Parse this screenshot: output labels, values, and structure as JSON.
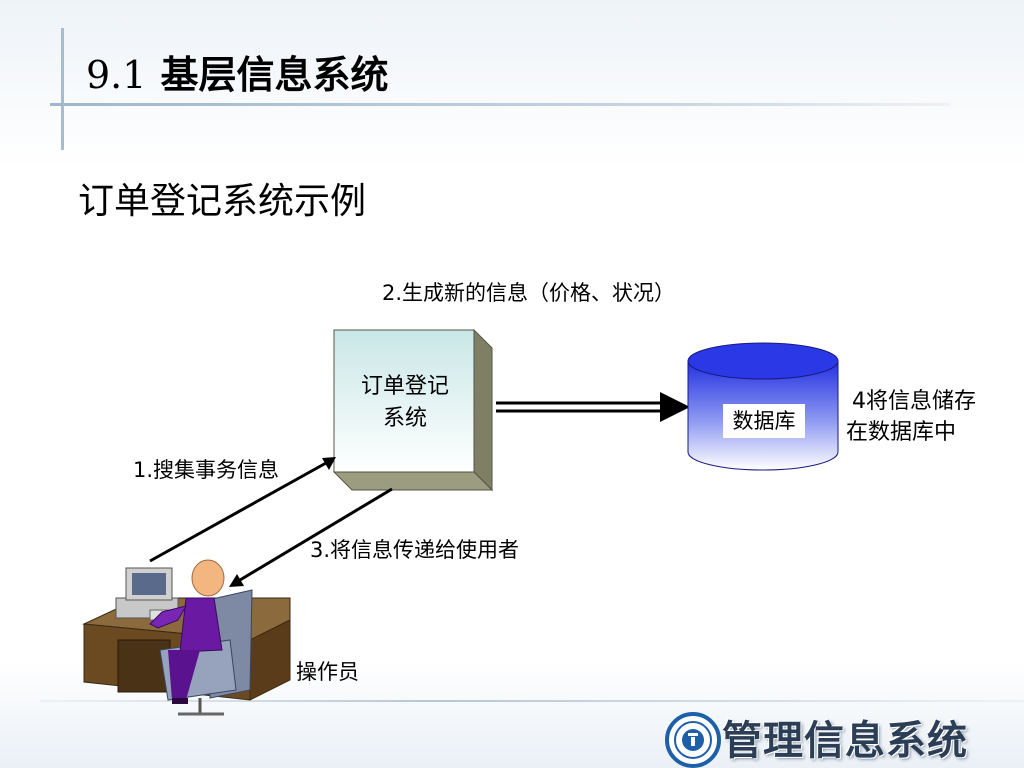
{
  "slide": {
    "section_number": "9.1",
    "title": "基层信息系统",
    "subtitle": "订单登记系统示例"
  },
  "diagram": {
    "step2_label": "2.生成新的信息（价格、状况）",
    "system_box_line1": "订单登记",
    "system_box_line2": "系统",
    "database_label": "数据库",
    "step4_line1": "4将信息储存",
    "step4_line2": "在数据库中",
    "step1_label": "1.搜集事务信息",
    "step3_label": "3.将信息传递给使用者",
    "operator_label": "操作员"
  },
  "footer": {
    "logo_text": "管理信息系统"
  },
  "colors": {
    "accent_line": "#7f9db9",
    "db_top": "#2b3be8",
    "box_face_top": "#cbe8e8"
  }
}
